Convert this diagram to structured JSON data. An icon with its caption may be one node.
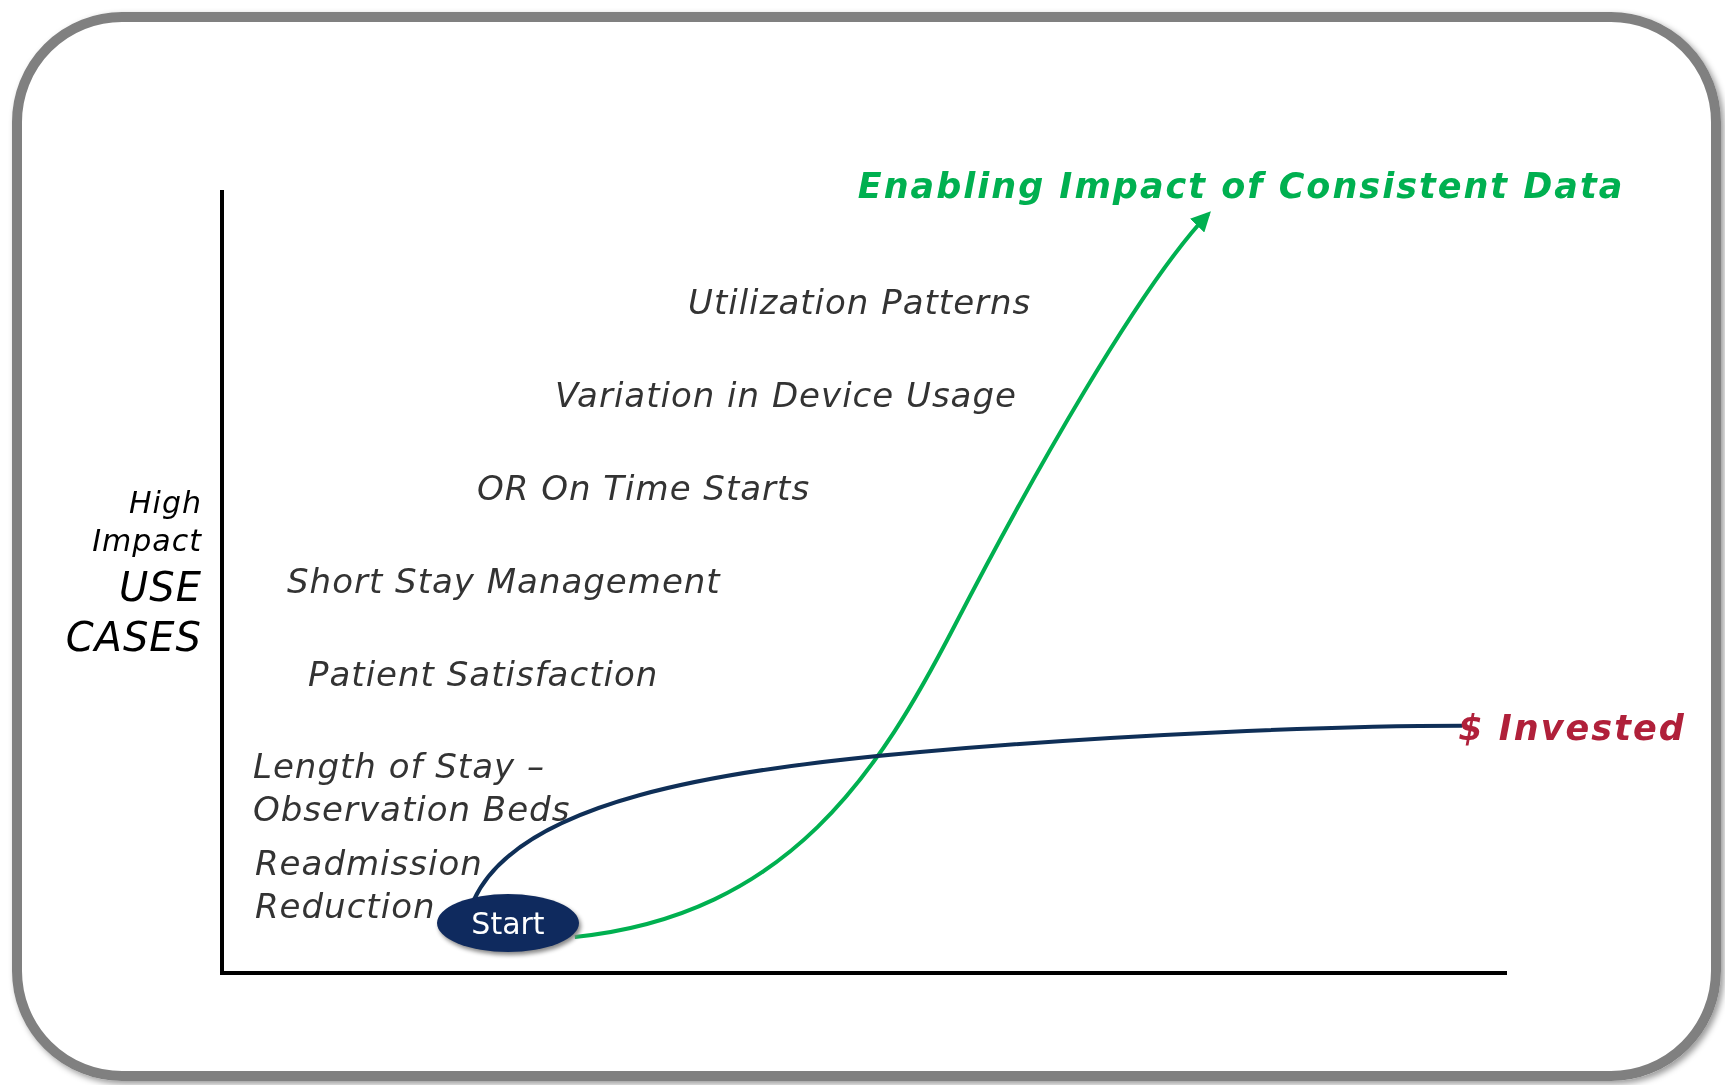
{
  "diagram": {
    "nodes": [
      {
        "text": [
          "Start"
        ]
      },
      {
        "text": [
          "Enabling Impact of Consistent Data"
        ]
      },
      {
        "text": [
          "$ Invested"
        ]
      }
    ],
    "edges": [
      {
        "from": 0,
        "to": 1,
        "arrow": "to",
        "color": "#00b050"
      },
      {
        "from": 0,
        "to": 2,
        "arrow": "none",
        "color": "#0f2f57"
      }
    ],
    "labels": [
      "Utilization Patterns",
      "Variation in Device Usage",
      "OR On Time Starts",
      "High Impact",
      "USE CASES",
      "Short Stay Management",
      "Patient Satisfaction",
      "Length of Stay – Observation Beds",
      "Readmission Reduction"
    ]
  }
}
